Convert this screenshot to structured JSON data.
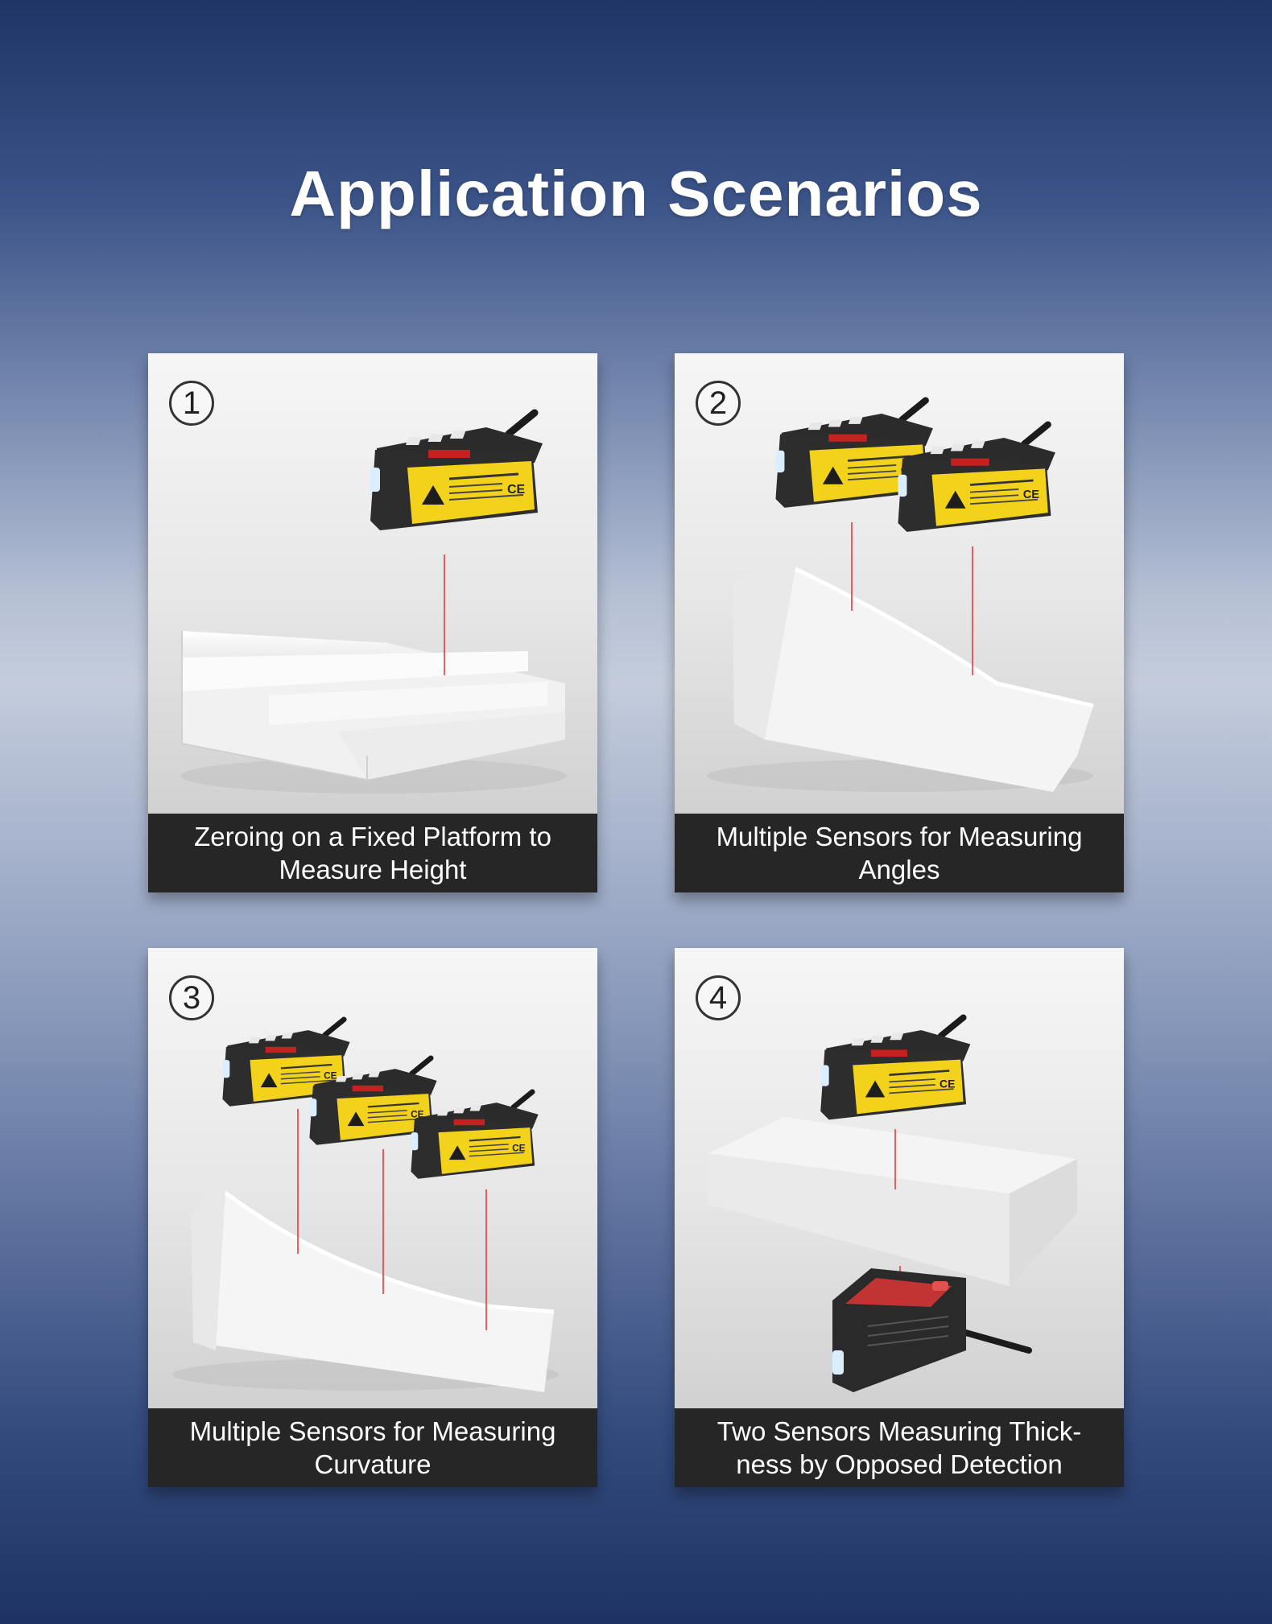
{
  "title": "Application Scenarios",
  "scenarios": [
    {
      "number": "1",
      "caption": "Zeroing on a Fixed Platform to Measure Height"
    },
    {
      "number": "2",
      "caption": "Multiple Sensors for Measuring Angles"
    },
    {
      "number": "3",
      "caption": "Multiple Sensors for Measuring Curvature"
    },
    {
      "number": "4",
      "caption": "Two Sensors Measuring Thick- ness by Opposed Detection"
    }
  ],
  "colors": {
    "sensor_yellow": "#f2d21b",
    "sensor_body": "#2a2a2a",
    "laser": "#e04848",
    "caption_bg": "#262626"
  }
}
